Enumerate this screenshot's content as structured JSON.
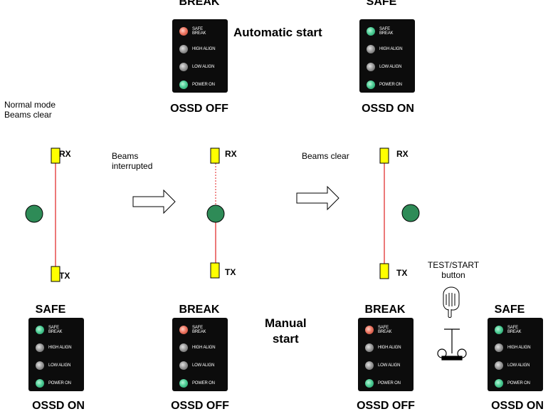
{
  "colors": {
    "receiver_box": "#ffff00",
    "beam_line": "#e02020",
    "object_circle": "#2e8b57",
    "panel_bg": "#0c0c0c",
    "led_green": "#4fcf97",
    "led_red": "#ee7763",
    "led_grey": "#9a9a9a"
  },
  "top": {
    "left_state": "BREAK",
    "right_state": "SAFE",
    "auto_start_label": "Automatic start",
    "left_ossd": "OSSD OFF",
    "right_ossd": "OSSD ON"
  },
  "notes": {
    "normal_mode_line1": "Normal mode",
    "normal_mode_line2": "Beams clear",
    "interrupted_line1": "Beams",
    "interrupted_line2": "interrupted",
    "beams_clear": "Beams clear",
    "test_line1": "TEST/START",
    "test_line2": "button"
  },
  "beam_labels": {
    "rx": "RX",
    "tx": "TX"
  },
  "bottom": {
    "states": [
      "SAFE",
      "BREAK",
      "BREAK",
      "SAFE"
    ],
    "ossd": [
      "OSSD ON",
      "OSSD OFF",
      "OSSD OFF",
      "OSSD ON"
    ],
    "manual_line1": "Manual",
    "manual_line2": "start"
  },
  "panel_leds": {
    "labels": [
      "SAFE\nBREAK",
      "HIGH ALIGN",
      "LOW ALIGN",
      "POWER ON"
    ],
    "safe_state": [
      "green",
      "grey",
      "grey",
      "green"
    ],
    "break_state": [
      "red",
      "grey",
      "grey",
      "green"
    ]
  },
  "icons": {
    "pressing_hand": "pointing-hand-icon",
    "push_button": "push-button-icon",
    "arrow": "outline-right-arrow-icon"
  }
}
